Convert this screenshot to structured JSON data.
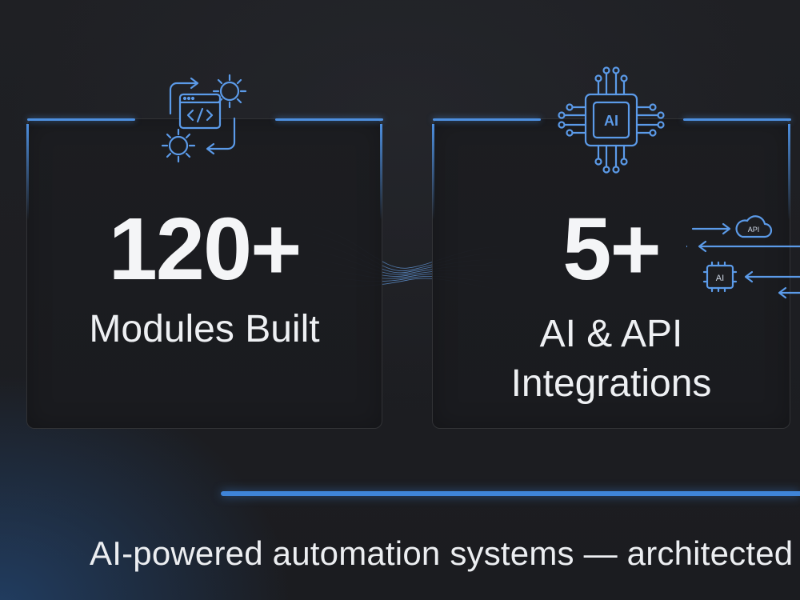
{
  "stats": [
    {
      "number": "120+",
      "label": "Modules Built",
      "icon": "code-gears-icon"
    },
    {
      "number": "5+",
      "label_lines": [
        "AI & API",
        "Integrations"
      ],
      "icon": "ai-chip-icon"
    }
  ],
  "integration_flow": {
    "api_badge": "API",
    "ai_badge": "AI"
  },
  "chip_text": "AI",
  "tagline": "AI-powered automation systems — architected",
  "colors": {
    "accent": "#4d8fdf",
    "background": "#1d1e22",
    "text": "#f2f3f5"
  }
}
